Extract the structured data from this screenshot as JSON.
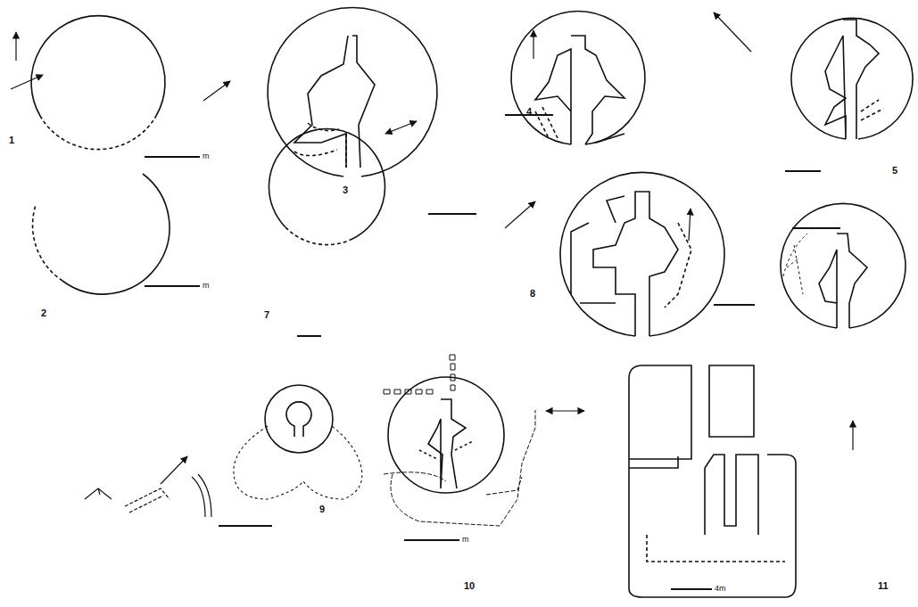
{
  "diagram": {
    "labels": [
      "1",
      "3",
      "4",
      "5",
      "2",
      "7",
      "8",
      "9",
      "10",
      "11",
      "m",
      "m",
      "m",
      "4m"
    ]
  }
}
